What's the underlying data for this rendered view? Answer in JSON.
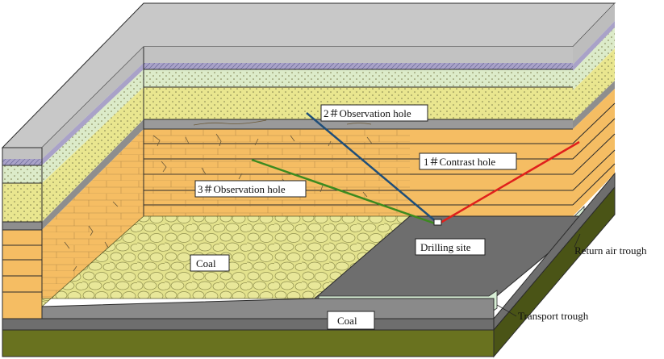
{
  "labels": {
    "obs_hole_2": "2＃Observation hole",
    "obs_hole_3": "3＃Observation hole",
    "contrast_hole_1": "1＃Contrast hole",
    "drilling_site": "Drilling site",
    "coal_gob": "Coal",
    "coal_front": "Coal",
    "return_air_trough": "Return air trough",
    "transport_trough": "Transport trough"
  },
  "colors": {
    "top_surface": "#c8c8c8",
    "gray_band": "#9a9a9a",
    "purple_band": "#a9a2c8",
    "light_green_sand": "#dcebc9",
    "yellow_sand": "#e9e68f",
    "orange_rock": "#f5bd63",
    "coal_seam": "#6e6e6e",
    "floor_olive": "#55601a",
    "gob_fill": "#e3e28d",
    "trough_fill": "#d8efd6",
    "hole_2": "#1f4e79",
    "hole_3": "#3c8a1f",
    "hole_1": "#e0201c"
  }
}
